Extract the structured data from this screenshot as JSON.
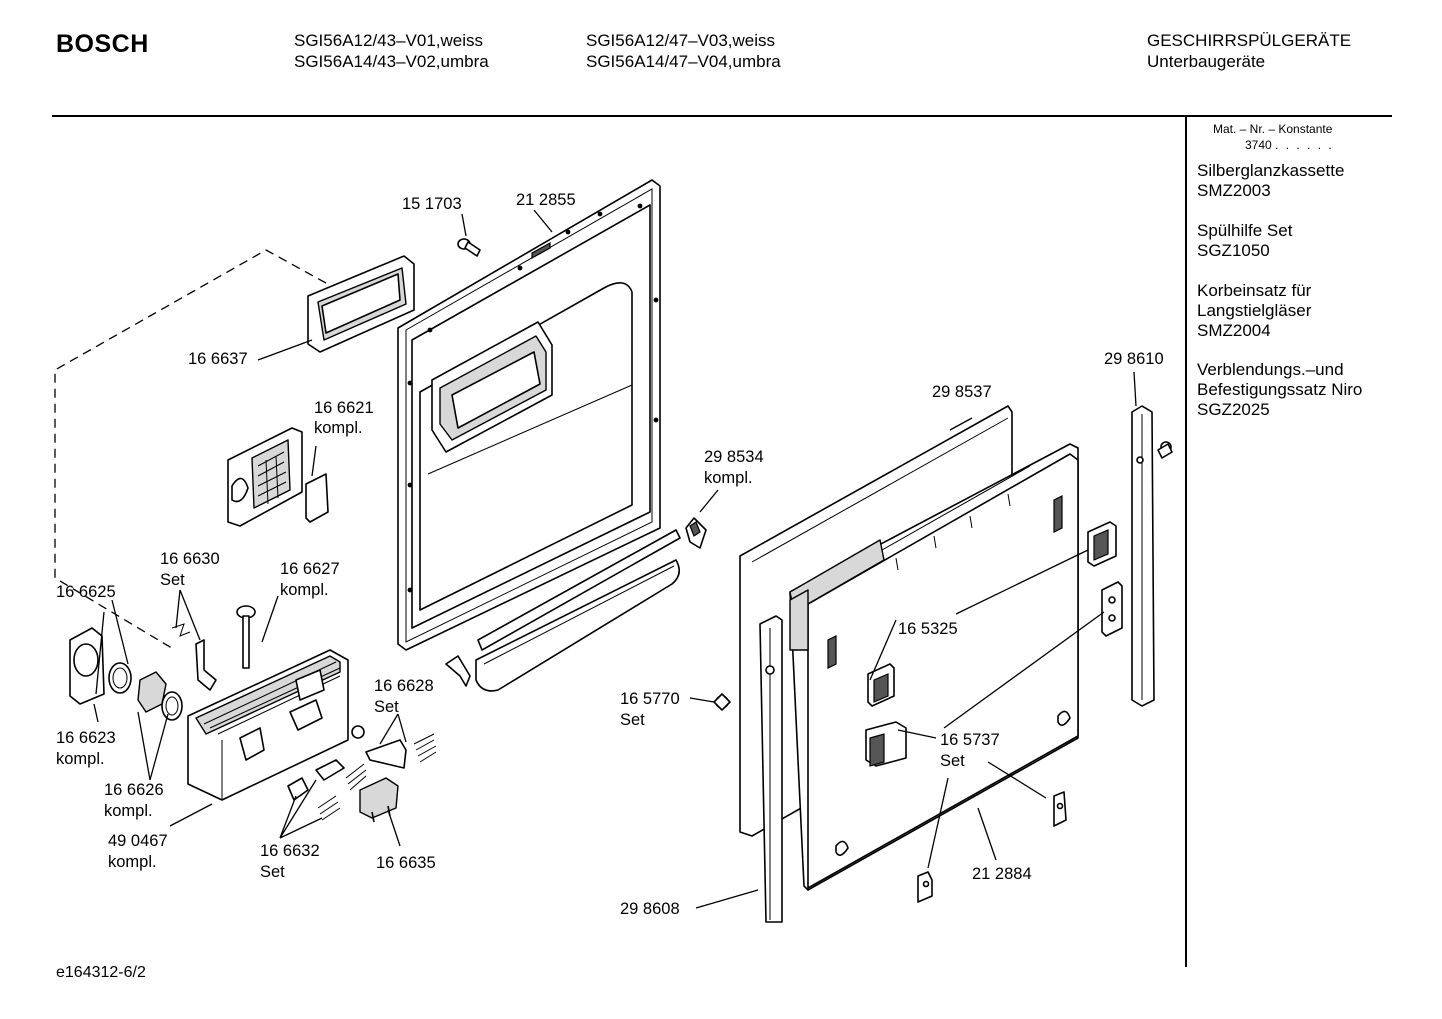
{
  "header": {
    "brand": "BOSCH",
    "models_col1": [
      "SGI56A12/43–V01,weiss",
      "SGI56A14/43–V02,umbra"
    ],
    "models_col2": [
      "SGI56A12/47–V03,weiss",
      "SGI56A14/47–V04,umbra"
    ],
    "category": [
      "GESCHIRRSPÜLGERÄTE",
      "Unterbaugeräte"
    ]
  },
  "sidebar": {
    "constant_label": "Mat. – Nr. – Konstante",
    "constant_value": "3740",
    "constant_dots": ". . . . . .",
    "accessories": [
      {
        "lines": [
          "Silberglanzkassette",
          "SMZ2003"
        ]
      },
      {
        "lines": [
          "Spülhilfe Set",
          "SGZ1050"
        ]
      },
      {
        "lines": [
          "Korbeinsatz für",
          "Langstielgläser",
          "SMZ2004"
        ]
      },
      {
        "lines": [
          "Verblendungs.–und",
          "Befestigungssatz Niro",
          "SGZ2025"
        ]
      }
    ]
  },
  "parts": {
    "p151703": "15 1703",
    "p212855": "21 2855",
    "p166637": "16 6637",
    "p166621": "16 6621",
    "p166621_note": "kompl.",
    "p298534": "29 8534",
    "p298534_note": "kompl.",
    "p298537": "29 8537",
    "p298610": "29 8610",
    "p166630": "16 6630",
    "p166630_note": "Set",
    "p166627": "16 6627",
    "p166627_note": "kompl.",
    "p166625": "16 6625",
    "p166628": "16 6628",
    "p166628_note": "Set",
    "p165325": "16 5325",
    "p165770": "16 5770",
    "p165770_note": "Set",
    "p166623": "16 6623",
    "p166623_note": "kompl.",
    "p165737": "16 5737",
    "p165737_note": "Set",
    "p166626": "16 6626",
    "p166626_note": "kompl.",
    "p490467": "49 0467",
    "p490467_note": "kompl.",
    "p166632": "16 6632",
    "p166632_note": "Set",
    "p166635": "16 6635",
    "p212884": "21 2884",
    "p298608": "29 8608"
  },
  "footer": {
    "drawing_id": "e164312-6/2"
  }
}
